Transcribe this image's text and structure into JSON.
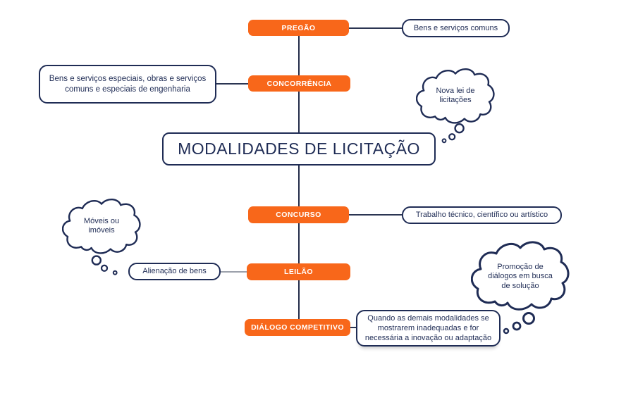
{
  "title": {
    "label": "MODALIDADES DE LICITAÇÃO"
  },
  "modalities": [
    {
      "label": "PREGÃO",
      "note": "Bens e serviços comuns"
    },
    {
      "label": "CONCORRÊNCIA",
      "note": "Bens e serviços especiais, obras e serviços comuns e especiais de engenharia"
    },
    {
      "label": "CONCURSO",
      "note": "Trabalho técnico, científico ou artístico"
    },
    {
      "label": "LEILÃO",
      "note": "Alienação de bens"
    },
    {
      "label": "DIÁLOGO COMPETITIVO",
      "note": "Quando as demais modalidades se mostrarem inadequadas e for necessária a inovação ou adaptação"
    }
  ],
  "thoughts": [
    {
      "text": "Nova lei de licitações"
    },
    {
      "text": "Móveis ou imóveis"
    },
    {
      "text": "Promoção de diálogos em busca de solução"
    }
  ],
  "colors": {
    "accent_orange": "#F8671A",
    "navy": "#1F2C55",
    "connector_gray": "#9CA1AB"
  }
}
